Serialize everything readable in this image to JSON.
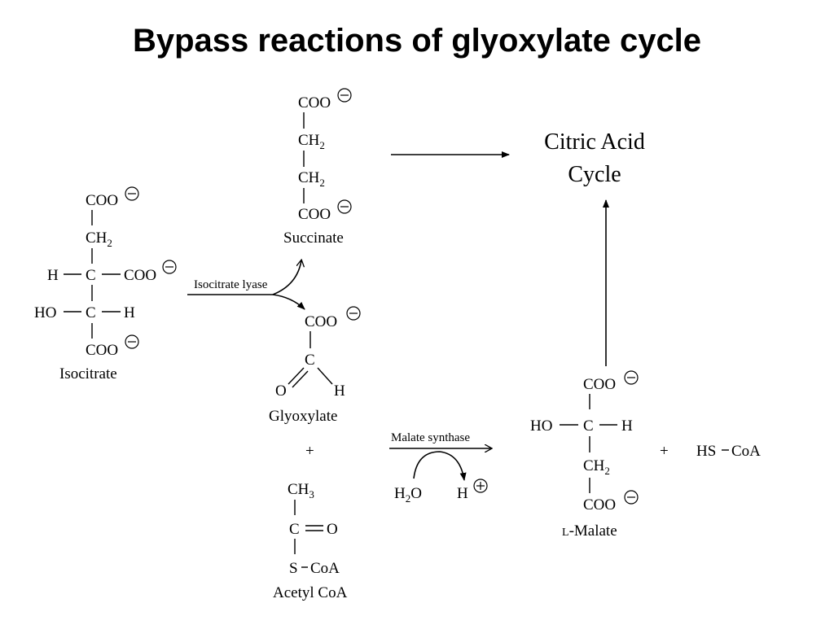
{
  "title": "Bypass reactions of glyoxylate cycle",
  "group": {
    "coo": "COO",
    "c": "C",
    "ch": "CH",
    "h": "H",
    "ho": "HO",
    "o": "O",
    "sub2": "2",
    "sub3": "3"
  },
  "compounds": {
    "isocitrate": "Isocitrate",
    "succinate": "Succinate",
    "glyoxylate": "Glyoxylate",
    "acetyl_coa": "Acetyl CoA",
    "acetyl_s": "S",
    "acetyl_coa_group": "CoA",
    "malate_prefix": "L",
    "malate_rest": "-Malate",
    "hs_coa_hs": "HS",
    "hs_coa_coa": "CoA"
  },
  "enzymes": {
    "isocitrate_lyase": "Isocitrate lyase",
    "malate_synthase": "Malate synthase"
  },
  "reactants": {
    "water_h": "H",
    "water_sub": "2",
    "water_o": "O",
    "proton": "H"
  },
  "operators": {
    "plus": "+"
  },
  "destination": {
    "line1": "Citric Acid",
    "line2": "Cycle"
  }
}
